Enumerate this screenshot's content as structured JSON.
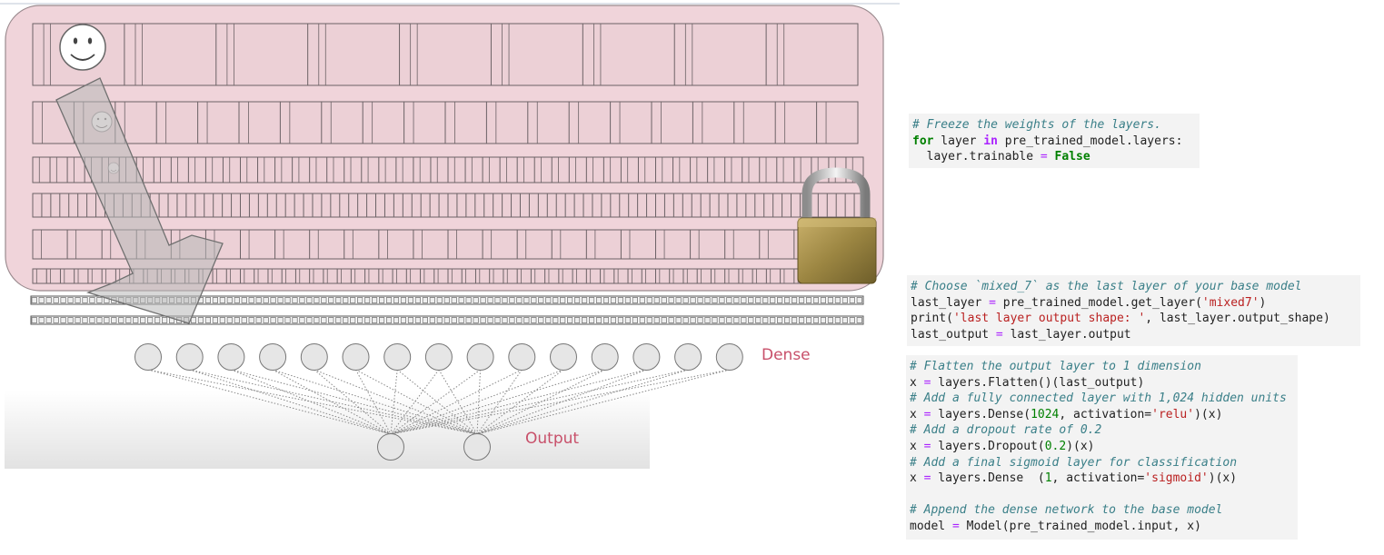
{
  "diagram": {
    "dense_label": "Dense",
    "output_label": "Output",
    "dense_node_count": 15,
    "output_node_count": 2,
    "frozen_box_color": "#f0d4da",
    "icons": [
      "smiley-face-icon",
      "padlock-icon",
      "transfer-arrow-icon"
    ]
  },
  "code_blocks": [
    {
      "name": "freeze-code-block",
      "lines": [
        [
          [
            "comment",
            "# Freeze the weights of the layers."
          ]
        ],
        [
          [
            "kw",
            "for"
          ],
          [
            "txt",
            " layer "
          ],
          [
            "op",
            "in"
          ],
          [
            "txt",
            " pre_trained_model.layers:"
          ]
        ],
        [
          [
            "txt",
            "  layer.trainable "
          ],
          [
            "eq",
            "="
          ],
          [
            "txt",
            " "
          ],
          [
            "kw",
            "False"
          ]
        ]
      ]
    },
    {
      "name": "last-layer-code-block",
      "lines": [
        [
          [
            "comment",
            "# Choose `mixed_7` as the last layer of your base model"
          ]
        ],
        [
          [
            "txt",
            "last_layer "
          ],
          [
            "eq",
            "="
          ],
          [
            "txt",
            " pre_trained_model.get_layer("
          ],
          [
            "str",
            "'mixed7'"
          ],
          [
            "txt",
            ")"
          ]
        ],
        [
          [
            "txt",
            "print("
          ],
          [
            "str",
            "'last layer output shape: '"
          ],
          [
            "txt",
            ", last_layer.output_shape)"
          ]
        ],
        [
          [
            "txt",
            "last_output "
          ],
          [
            "eq",
            "="
          ],
          [
            "txt",
            " last_layer.output"
          ]
        ]
      ]
    },
    {
      "name": "dense-network-code-block",
      "lines": [
        [
          [
            "comment",
            "# Flatten the output layer to 1 dimension"
          ]
        ],
        [
          [
            "txt",
            "x "
          ],
          [
            "eq",
            "="
          ],
          [
            "txt",
            " layers.Flatten()(last_output)"
          ]
        ],
        [
          [
            "comment",
            "# Add a fully connected layer with 1,024 hidden units"
          ]
        ],
        [
          [
            "txt",
            "x "
          ],
          [
            "eq",
            "="
          ],
          [
            "txt",
            " layers.Dense("
          ],
          [
            "num",
            "1024"
          ],
          [
            "txt",
            ", activation="
          ],
          [
            "str",
            "'relu'"
          ],
          [
            "txt",
            ")(x)"
          ]
        ],
        [
          [
            "comment",
            "# Add a dropout rate of 0.2"
          ]
        ],
        [
          [
            "txt",
            "x "
          ],
          [
            "eq",
            "="
          ],
          [
            "txt",
            " layers.Dropout("
          ],
          [
            "num",
            "0.2"
          ],
          [
            "txt",
            ")(x)"
          ]
        ],
        [
          [
            "comment",
            "# Add a final sigmoid layer for classification"
          ]
        ],
        [
          [
            "txt",
            "x "
          ],
          [
            "eq",
            "="
          ],
          [
            "txt",
            " layers.Dense  ("
          ],
          [
            "num",
            "1"
          ],
          [
            "txt",
            ", activation="
          ],
          [
            "str",
            "'sigmoid'"
          ],
          [
            "txt",
            ")(x)"
          ]
        ],
        [
          [
            "txt",
            ""
          ]
        ],
        [
          [
            "comment",
            "# Append the dense network to the base model"
          ]
        ],
        [
          [
            "txt",
            "model "
          ],
          [
            "eq",
            "="
          ],
          [
            "txt",
            " Model(pre_trained_model.input, x)"
          ]
        ]
      ]
    }
  ]
}
